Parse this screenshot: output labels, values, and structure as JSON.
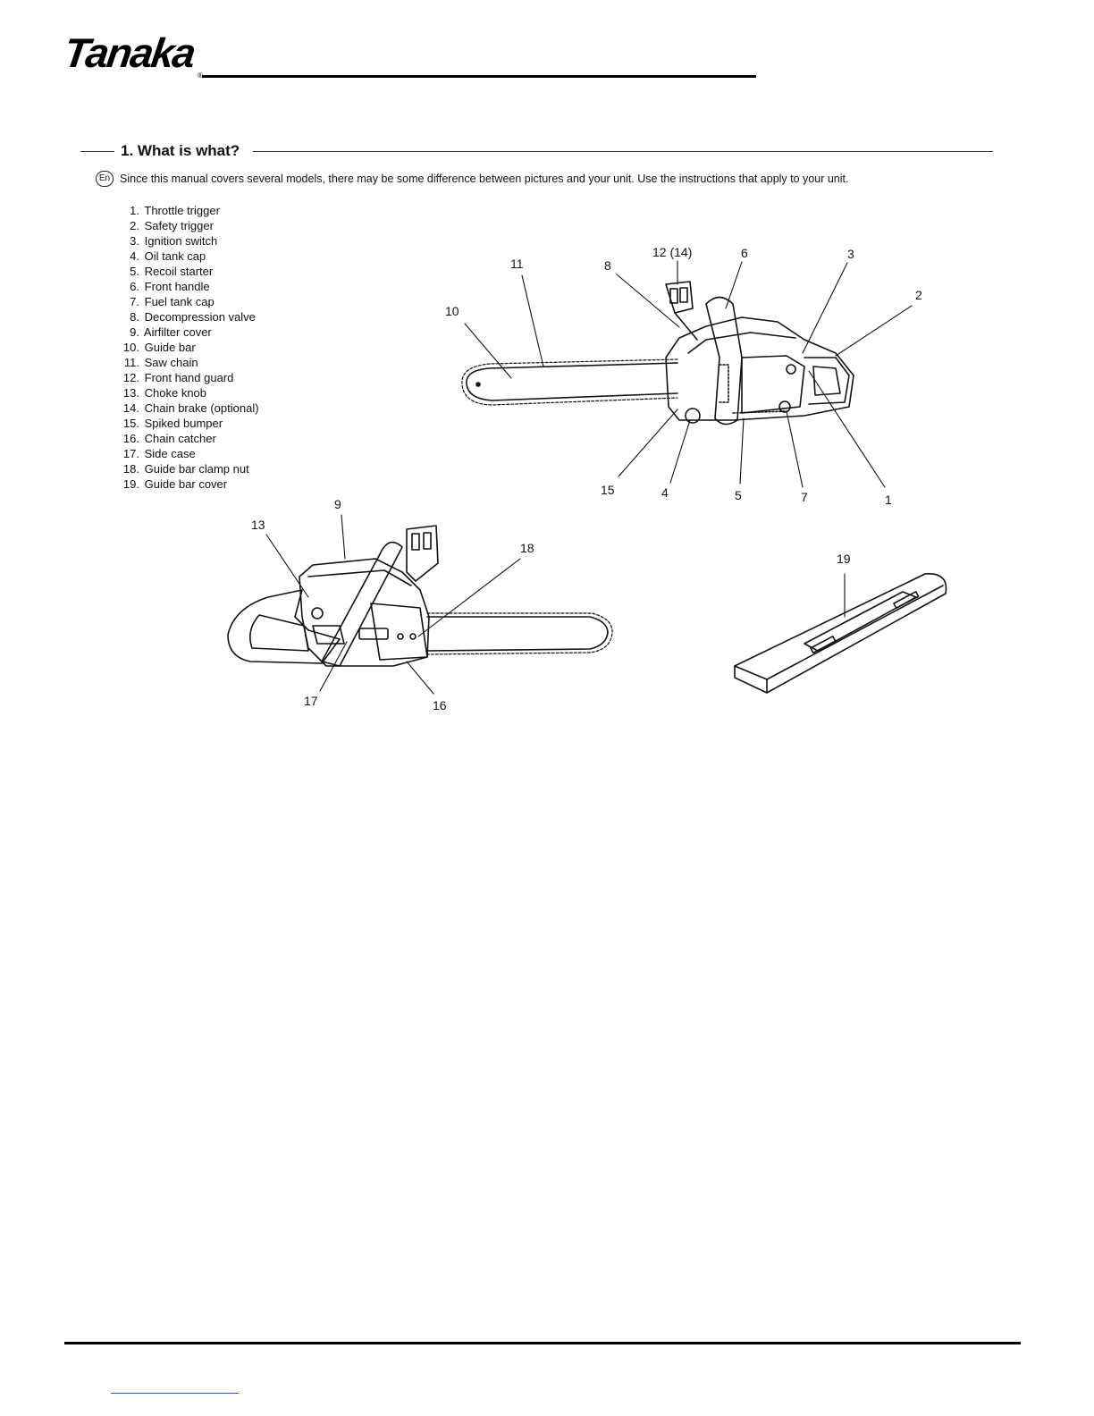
{
  "header": {
    "brand": "Tanaka",
    "registered_mark": "®"
  },
  "section": {
    "title": "1. What is what?",
    "lang_badge": "En",
    "intro": "Since this manual covers several models, there may be some difference between pictures and your unit.  Use the instructions that apply to your unit."
  },
  "parts": [
    {
      "num": "1.",
      "label": "Throttle trigger"
    },
    {
      "num": "2.",
      "label": "Safety trigger"
    },
    {
      "num": "3.",
      "label": "Ignition switch"
    },
    {
      "num": "4.",
      "label": "Oil tank cap"
    },
    {
      "num": "5.",
      "label": "Recoil starter"
    },
    {
      "num": "6.",
      "label": "Front handle"
    },
    {
      "num": "7.",
      "label": "Fuel tank cap"
    },
    {
      "num": "8.",
      "label": "Decompression valve"
    },
    {
      "num": "9.",
      "label": "Airfilter cover"
    },
    {
      "num": "10.",
      "label": "Guide bar"
    },
    {
      "num": "11.",
      "label": "Saw chain"
    },
    {
      "num": "12.",
      "label": "Front hand guard"
    },
    {
      "num": "13.",
      "label": "Choke knob"
    },
    {
      "num": "14.",
      "label": "Chain brake (optional)"
    },
    {
      "num": "15.",
      "label": "Spiked bumper"
    },
    {
      "num": "16.",
      "label": "Chain catcher"
    },
    {
      "num": "17.",
      "label": "Side case"
    },
    {
      "num": "18.",
      "label": "Guide bar clamp nut"
    },
    {
      "num": "19.",
      "label": "Guide bar cover"
    }
  ],
  "callouts": {
    "c1": "1",
    "c2": "2",
    "c3": "3",
    "c4": "4",
    "c5": "5",
    "c6": "6",
    "c7": "7",
    "c8": "8",
    "c9": "9",
    "c10": "10",
    "c11": "11",
    "c12": "12 (14)",
    "c13": "13",
    "c15": "15",
    "c16": "16",
    "c17": "17",
    "c18": "18",
    "c19": "19"
  }
}
